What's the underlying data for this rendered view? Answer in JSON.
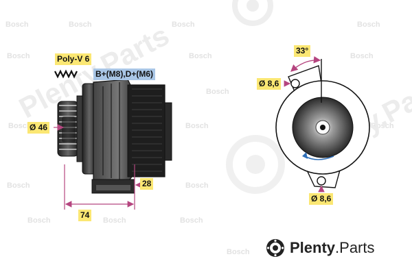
{
  "labels": {
    "poly": "Poly-V 6",
    "terminals": "B+(M8),D+(M6)",
    "d46": "Ø 46",
    "d28": "28",
    "d74": "74",
    "angle": "33°",
    "d86_top": "Ø 8,6",
    "d86_bottom": "Ø 8,6"
  },
  "watermark": {
    "brand": "Bosch",
    "site": "Plenty.Parts"
  },
  "logo": {
    "name": "Plenty",
    "suffix": ".Parts"
  },
  "colors": {
    "yellow_tag": "#fbe773",
    "blue_tag": "#a9c6e6",
    "dimension_line": "#b5457f",
    "rotation_arrow": "#2f6fb8",
    "line_art": "#111111"
  }
}
